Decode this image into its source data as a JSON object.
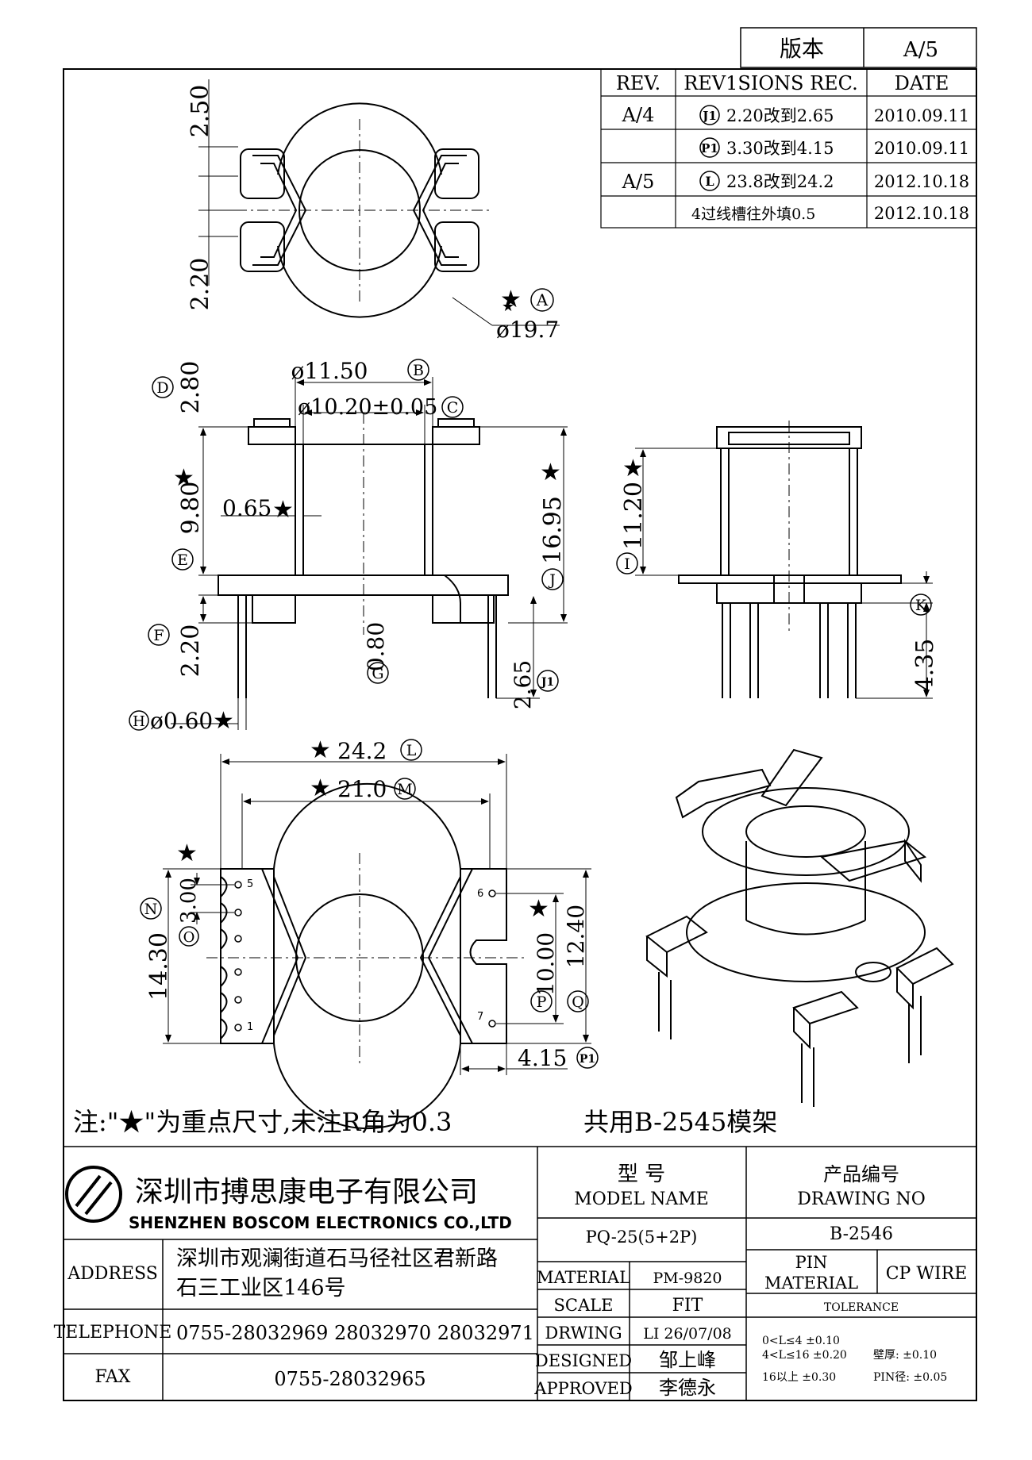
{
  "version_box": {
    "label": "版本",
    "value": "A/5"
  },
  "revisions": {
    "headers": [
      "REV.",
      "REV1SIONS REC.",
      "DATE"
    ],
    "rows": [
      {
        "rev": "A/4",
        "mark": "J1",
        "change": "2.20改到2.65",
        "date": "2010.09.11"
      },
      {
        "rev": "",
        "mark": "P1",
        "change": "3.30改到4.15",
        "date": "2010.09.11"
      },
      {
        "rev": "A/5",
        "mark": "L",
        "change": "23.8改到24.2",
        "date": "2012.10.18"
      },
      {
        "rev": "",
        "mark": "",
        "change": "4过线槽往外填0.5",
        "date": "2012.10.18"
      }
    ]
  },
  "top_view": {
    "dim_top": "2.50",
    "dim_bottom": "2.20",
    "dia": "ø19.7",
    "mark": "A"
  },
  "front_view": {
    "dim_outer_dia": "ø11.50",
    "mark_outer": "B",
    "dim_inner_dia": "ø10.20±0.05",
    "mark_inner": "C",
    "dim_flange": "2.80",
    "mark_flange": "D",
    "dim_wall": "0.65",
    "dim_winding": "9.80",
    "mark_winding": "E",
    "dim_height": "16.95",
    "mark_height": "J",
    "dim_base": "2.20",
    "mark_base": "F",
    "dim_gap": "0.80",
    "mark_gap": "G",
    "dim_pin_len": "2.65",
    "mark_pin_len": "J1",
    "dim_pin_dia": "ø0.60",
    "mark_pin_dia": "H"
  },
  "side_view": {
    "dim_height": "11.20",
    "mark_height": "I",
    "mark_pin": "K",
    "dim_pin": "4.35"
  },
  "bottom_view": {
    "dim_width": "24.2",
    "mark_width": "L",
    "dim_span": "21.0",
    "mark_span": "M",
    "dim_pitch": "3.00",
    "mark_pitch": "O",
    "dim_total": "14.30",
    "mark_total": "N",
    "dim_p": "10.00",
    "mark_p": "P",
    "dim_q": "12.40",
    "mark_q": "Q",
    "dim_slot": "4.15",
    "mark_slot": "P1",
    "pins": [
      "5",
      "1",
      "6",
      "7"
    ]
  },
  "note": "注:\"★\"为重点尺寸,未注R角为0.3",
  "shared": "共用B-2545模架",
  "company": {
    "name_cn": "深圳市搏思康电子有限公司",
    "name_en": "SHENZHEN BOSCOM ELECTRONICS CO.,LTD"
  },
  "model": {
    "label_cn": "型 号",
    "label_en": "MODEL NAME",
    "value": "PQ-25(5+2P)"
  },
  "drawing_no": {
    "label_cn": "产品编号",
    "label_en": "DRAWING NO",
    "value": "B-2546"
  },
  "address": {
    "label": "ADDRESS",
    "line1": "深圳市观澜街道石马径社区君新路",
    "line2": "石三工业区146号"
  },
  "telephone": {
    "label": "TELEPHONE",
    "value": "0755-28032969 28032970 28032971"
  },
  "fax": {
    "label": "FAX",
    "value": "0755-28032965"
  },
  "material": {
    "label": "MATERIAL",
    "value": "PM-9820"
  },
  "scale": {
    "label": "SCALE",
    "value": "FIT"
  },
  "drwing": {
    "label": "DRWING",
    "value": "LI 26/07/08"
  },
  "designed": {
    "label": "DESIGNED",
    "value": "邹上峰"
  },
  "approved": {
    "label": "APPROVED",
    "value": "李德永"
  },
  "pin_material": {
    "label1": "PIN",
    "label2": "MATERIAL",
    "value": "CP WIRE"
  },
  "tolerance": {
    "label": "TOLERANCE",
    "r1": "0<L≤4  ±0.10",
    "r2": "4<L≤16  ±0.20",
    "r3": "16以上      ±0.30",
    "wall": "壁厚:  ±0.10",
    "pin": "PIN径: ±0.05"
  }
}
